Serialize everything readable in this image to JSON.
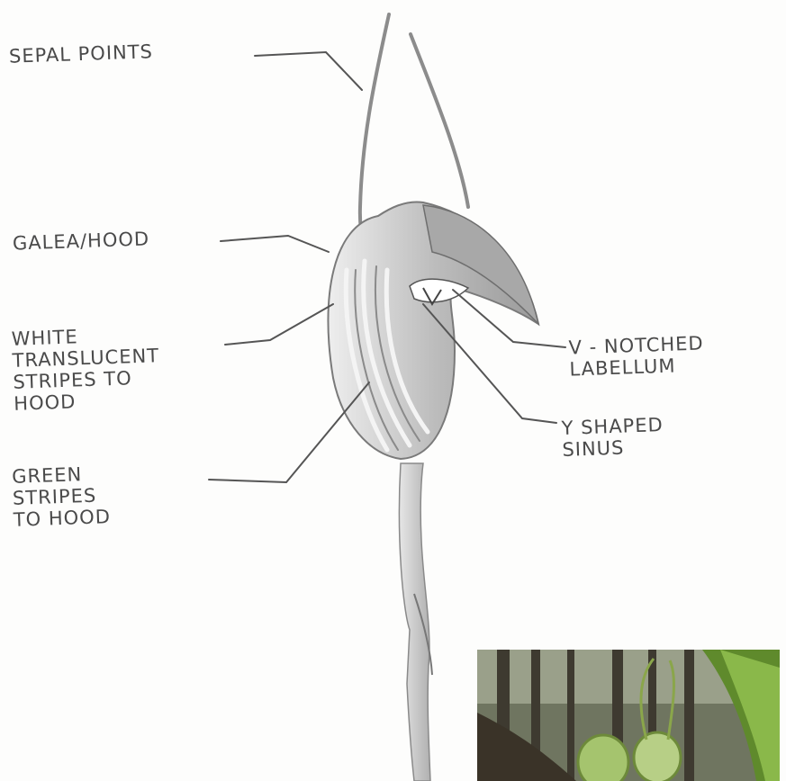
{
  "labels": {
    "sepal_points": "SEPAL POINTS",
    "galea_hood": "GALEA/HOOD",
    "white_stripes": [
      "WHITE",
      "TRANSLUCENT",
      "STRIPES TO",
      "HOOD"
    ],
    "green_stripes": [
      "GREEN",
      "STRIPES",
      "TO HOOD"
    ],
    "v_notched": [
      "V - NOTCHED",
      "LABELLUM"
    ],
    "y_sinus": [
      "Y SHAPED",
      "SINUS"
    ]
  },
  "colors": {
    "paper": "#fdfdfc",
    "pencil": "#4a4a4a",
    "photo_green": "#7fa24a",
    "photo_bg": "#5a5e4a"
  }
}
